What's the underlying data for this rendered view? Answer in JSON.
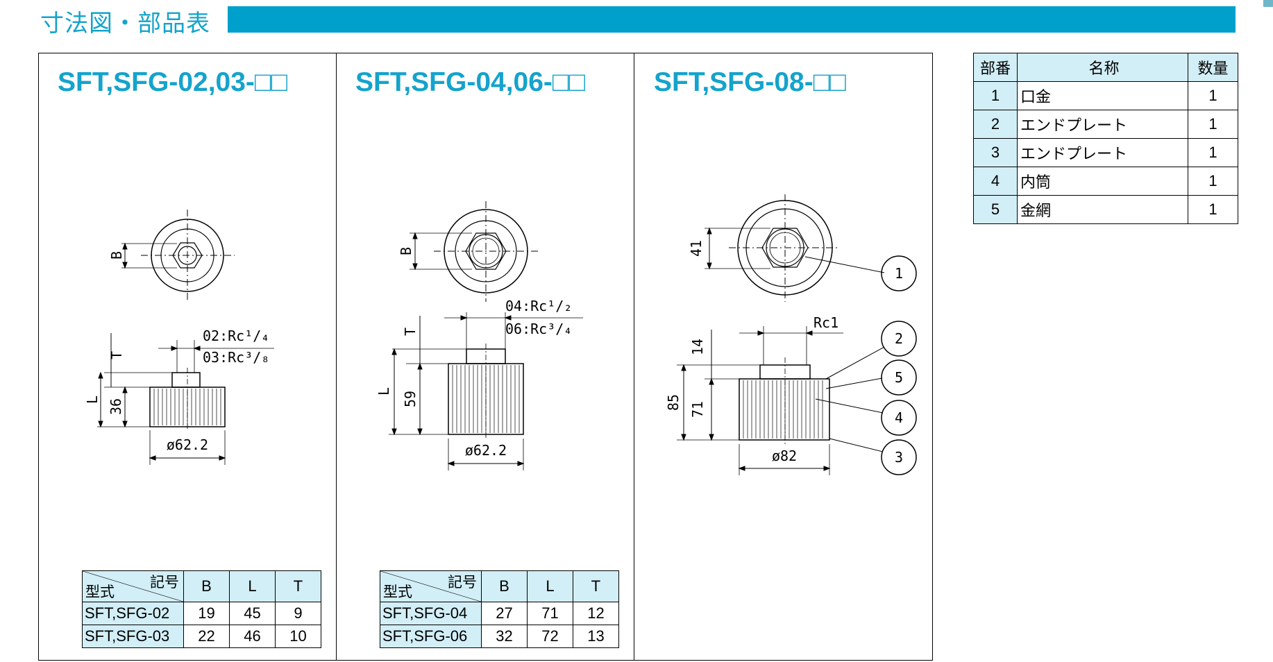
{
  "header": {
    "title": "寸法図・部品表"
  },
  "panels": [
    {
      "title": "SFT,SFG-02,03-□□",
      "dims": {
        "b": "B",
        "t": "T",
        "l": "L",
        "height": "36",
        "port_a": "02:Rc¹/₄",
        "port_b": "03:Rc³/₈",
        "dia": "ø62.2"
      },
      "table": {
        "corner_top": "記号",
        "corner_bottom": "型式",
        "headers": [
          "B",
          "L",
          "T"
        ],
        "rows": [
          {
            "model": "SFT,SFG-02",
            "b": "19",
            "l": "45",
            "t": "9"
          },
          {
            "model": "SFT,SFG-03",
            "b": "22",
            "l": "46",
            "t": "10"
          }
        ]
      }
    },
    {
      "title": "SFT,SFG-04,06-□□",
      "dims": {
        "b": "B",
        "t": "T",
        "l": "L",
        "height": "59",
        "port_a": "04:Rc¹/₂",
        "port_b": "06:Rc³/₄",
        "dia": "ø62.2"
      },
      "table": {
        "corner_top": "記号",
        "corner_bottom": "型式",
        "headers": [
          "B",
          "L",
          "T"
        ],
        "rows": [
          {
            "model": "SFT,SFG-04",
            "b": "27",
            "l": "71",
            "t": "12"
          },
          {
            "model": "SFT,SFG-06",
            "b": "32",
            "l": "72",
            "t": "13"
          }
        ]
      }
    },
    {
      "title": "SFT,SFG-08-□□",
      "dims": {
        "b": "41",
        "t": "14",
        "l": "85",
        "height": "71",
        "port_a": "Rc1",
        "dia": "ø82"
      },
      "balloons": [
        "1",
        "2",
        "5",
        "4",
        "3"
      ]
    }
  ],
  "parts_table": {
    "headers": [
      "部番",
      "名称",
      "数量"
    ],
    "rows": [
      {
        "no": "1",
        "name": "口金",
        "qty": "1"
      },
      {
        "no": "2",
        "name": "エンドプレート",
        "qty": "1"
      },
      {
        "no": "3",
        "name": "エンドプレート",
        "qty": "1"
      },
      {
        "no": "4",
        "name": "内筒",
        "qty": "1"
      },
      {
        "no": "5",
        "name": "金網",
        "qty": "1"
      }
    ]
  },
  "colors": {
    "accent": "#00a0cc",
    "title": "#14a3cc",
    "cell": "#d2eef6"
  }
}
